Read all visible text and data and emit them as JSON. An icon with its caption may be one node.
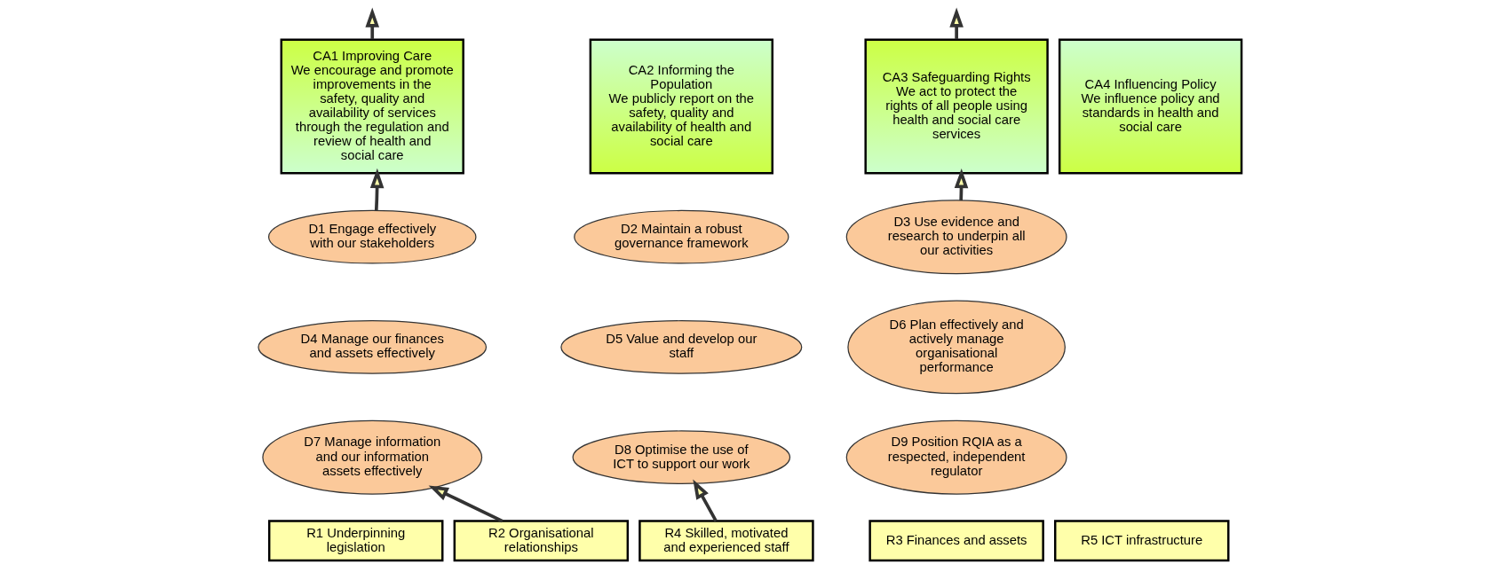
{
  "diagram": {
    "nodes": [
      {
        "text": [
          "CA1 Improving Care",
          "We encourage and promote improvements in the safety, quality and availability of services through the regulation and review of health and social care"
        ]
      },
      {
        "text": [
          "CA2 Informing the Population",
          "We publicly report on the safety, quality and availability of health and social care"
        ]
      },
      {
        "text": [
          "CA3 Safeguarding Rights",
          "We act to protect the rights of all people using health and social care services"
        ]
      },
      {
        "text": [
          "CA4 Influencing Policy",
          "We influence policy and standards in health and social care"
        ]
      },
      {
        "text": [
          "D1 Engage effectively with our stakeholders"
        ]
      },
      {
        "text": [
          "D2 Maintain a robust governance framework"
        ]
      },
      {
        "text": [
          "D3 Use evidence and research to underpin all our activities"
        ]
      },
      {
        "text": [
          "D4 Manage our finances and assets effectively"
        ]
      },
      {
        "text": [
          "D5 Value and develop our staff"
        ]
      },
      {
        "text": [
          "D6 Plan effectively and actively manage organisational performance"
        ]
      },
      {
        "text": [
          "D7 Manage information and our information assets effectively"
        ]
      },
      {
        "text": [
          "D8 Optimise the use of ICT to support our work"
        ]
      },
      {
        "text": [
          "D9 Position RQIA as a respected, independent regulator"
        ]
      },
      {
        "text": [
          "R1 Underpinning legislation"
        ]
      },
      {
        "text": [
          "R2 Organisational relationships"
        ]
      },
      {
        "text": [
          "R3 Finances and assets"
        ]
      },
      {
        "text": [
          "R4 Skilled, motivated and experienced staff"
        ]
      },
      {
        "text": [
          "R5 ICT infrastructure"
        ]
      }
    ],
    "edges": [
      {
        "from": 0,
        "to": null,
        "arrow": "to"
      },
      {
        "from": 2,
        "to": null,
        "arrow": "to"
      },
      {
        "from": 4,
        "to": 0,
        "arrow": "to"
      },
      {
        "from": 6,
        "to": 2,
        "arrow": "to"
      },
      {
        "from": 14,
        "to": 10,
        "arrow": "to"
      },
      {
        "from": 16,
        "to": 11,
        "arrow": "to"
      }
    ]
  }
}
